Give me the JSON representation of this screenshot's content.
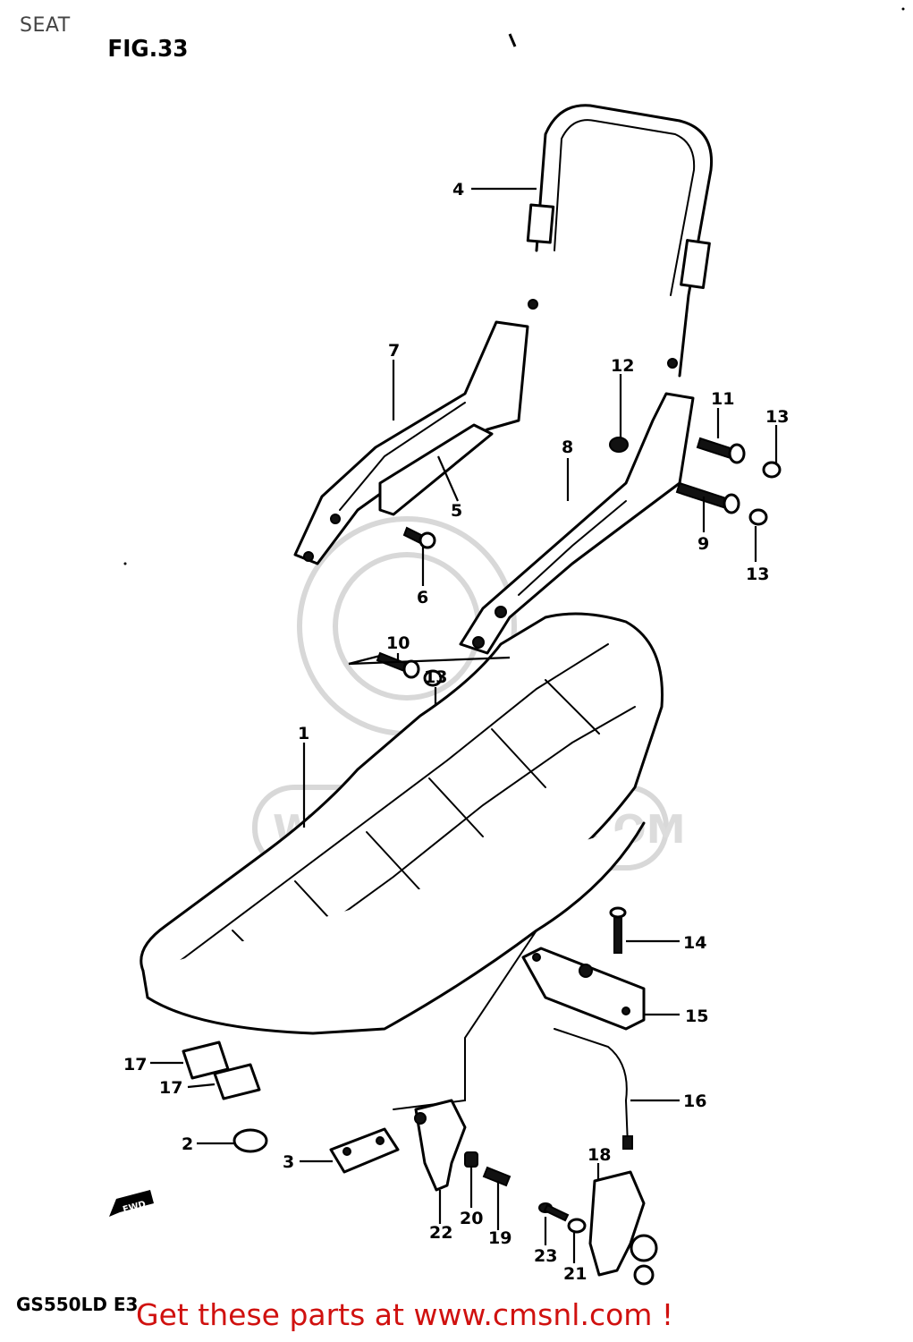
{
  "header": {
    "section_title": "SEAT",
    "figure_label": "FIG.33"
  },
  "footer": {
    "model_code": "GS550LD E3",
    "promo_text": "Get these parts at www.cmsnl.com !"
  },
  "watermark": {
    "text": "WWW.CMSNL.COM"
  },
  "direction_marker": {
    "text": "FWD"
  },
  "callouts": [
    {
      "id": "1",
      "label": "1"
    },
    {
      "id": "2",
      "label": "2"
    },
    {
      "id": "3",
      "label": "3"
    },
    {
      "id": "4",
      "label": "4"
    },
    {
      "id": "5",
      "label": "5"
    },
    {
      "id": "6",
      "label": "6"
    },
    {
      "id": "7",
      "label": "7"
    },
    {
      "id": "8",
      "label": "8"
    },
    {
      "id": "9",
      "label": "9"
    },
    {
      "id": "10",
      "label": "10"
    },
    {
      "id": "11",
      "label": "11"
    },
    {
      "id": "12",
      "label": "12"
    },
    {
      "id": "13a",
      "label": "13"
    },
    {
      "id": "13b",
      "label": "13"
    },
    {
      "id": "13c",
      "label": "13"
    },
    {
      "id": "14",
      "label": "14"
    },
    {
      "id": "15",
      "label": "15"
    },
    {
      "id": "16",
      "label": "16"
    },
    {
      "id": "17a",
      "label": "17"
    },
    {
      "id": "17b",
      "label": "17"
    },
    {
      "id": "18",
      "label": "18"
    },
    {
      "id": "19",
      "label": "19"
    },
    {
      "id": "20",
      "label": "20"
    },
    {
      "id": "21",
      "label": "21"
    },
    {
      "id": "22",
      "label": "22"
    },
    {
      "id": "23",
      "label": "23"
    }
  ]
}
